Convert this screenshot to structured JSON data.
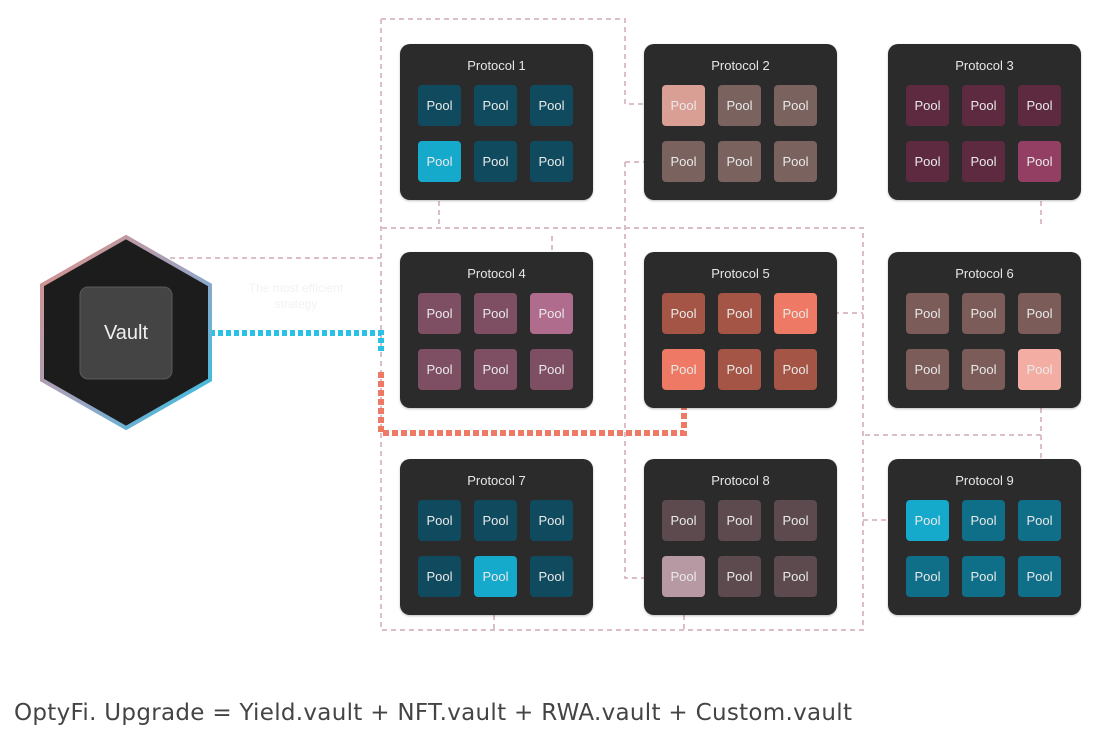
{
  "vault": {
    "label": "Vault"
  },
  "strategy_note": "The most efficient strategy",
  "pool_label": "Pool",
  "protocols": [
    {
      "name": "Protocol 1",
      "pool_colors": [
        "#0f4a5e",
        "#0f4a5e",
        "#0f4a5e",
        "#15a9cc",
        "#0f4a5e",
        "#0f4a5e"
      ]
    },
    {
      "name": "Protocol 2",
      "pool_colors": [
        "#d99f94",
        "#7a625e",
        "#7a625e",
        "#7a625e",
        "#7a625e",
        "#7a625e"
      ]
    },
    {
      "name": "Protocol 3",
      "pool_colors": [
        "#5e2a40",
        "#5e2a40",
        "#5e2a40",
        "#5e2a40",
        "#5e2a40",
        "#933e63"
      ]
    },
    {
      "name": "Protocol 4",
      "pool_colors": [
        "#7e4e63",
        "#7e4e63",
        "#b06c8d",
        "#7e4e63",
        "#7e4e63",
        "#7e4e63"
      ]
    },
    {
      "name": "Protocol 5",
      "pool_colors": [
        "#a45546",
        "#a45546",
        "#ee7a66",
        "#ee7a66",
        "#a45546",
        "#a45546"
      ]
    },
    {
      "name": "Protocol 6",
      "pool_colors": [
        "#7c5c59",
        "#7c5c59",
        "#7c5c59",
        "#7c5c59",
        "#7c5c59",
        "#f4ada2"
      ]
    },
    {
      "name": "Protocol 7",
      "pool_colors": [
        "#0f4a5e",
        "#0f4a5e",
        "#0f4a5e",
        "#0f4a5e",
        "#15a9cc",
        "#0f4a5e"
      ]
    },
    {
      "name": "Protocol 8",
      "pool_colors": [
        "#5c4a4e",
        "#5c4a4e",
        "#5c4a4e",
        "#b799a3",
        "#5c4a4e",
        "#5c4a4e"
      ]
    },
    {
      "name": "Protocol 9",
      "pool_colors": [
        "#15a9cc",
        "#0f6f89",
        "#0f6f89",
        "#0f6f89",
        "#0f6f89",
        "#0f6f89"
      ]
    }
  ],
  "colors": {
    "card": "#2b2b2b",
    "vault_link": "#2bc1e6",
    "selected_link": "#ee7a66",
    "grid_line": "#d9b9bf"
  },
  "caption": "OptyFi. Upgrade = Yield.vault + NFT.vault + RWA.vault + Custom.vault"
}
